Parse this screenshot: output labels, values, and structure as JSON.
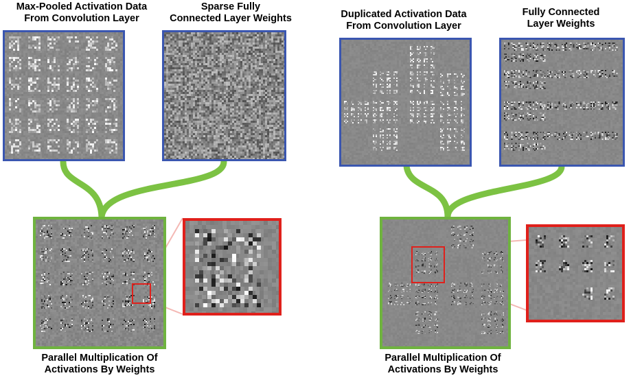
{
  "colors": {
    "input_border": "#3a56b0",
    "output_border": "#6fb33f",
    "zoom_border": "#e0201b",
    "wire": "#7cc243",
    "zoom_guide": "#f4b8b4",
    "panel_background": "#888888"
  },
  "left": {
    "activation_title": [
      "Max-Pooled Activation Data",
      "From Convolution Layer"
    ],
    "weights_title": [
      "Sparse Fully",
      "Connected Layer Weights"
    ],
    "result_caption": [
      "Parallel Multiplication Of",
      "Activations By Weights"
    ]
  },
  "right": {
    "activation_title": [
      "Duplicated Activation Data",
      "From Convolution Layer"
    ],
    "weights_title": [
      "Fully Connected",
      "Layer Weights"
    ],
    "result_caption": [
      "Parallel Multiplication Of",
      "Activations By Weights"
    ]
  }
}
